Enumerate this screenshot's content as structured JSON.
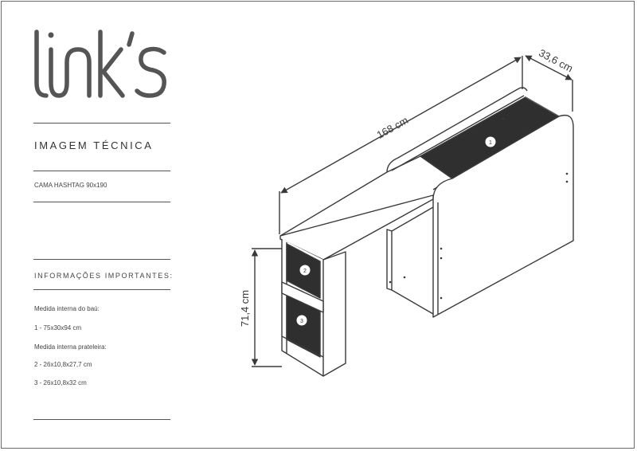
{
  "brand": {
    "logo_text": "link's"
  },
  "header": {
    "title": "IMAGEM TÉCNICA"
  },
  "product": {
    "name": "CAMA HASHTAG 90x190"
  },
  "info": {
    "heading": "INFORMAÇÕES IMPORTANTES:",
    "chest_label": "Medida interna do baú:",
    "chest_item": "1 - 75x30x94 cm",
    "shelf_label": "Medida interna prateleira:",
    "shelf_item_2": "2 - 26x10,8x27,7 cm",
    "shelf_item_3": "3 - 26x10,8x32 cm"
  },
  "dimensions": {
    "length": "168 cm",
    "depth": "33,6 cm",
    "height": "71,4 cm"
  },
  "markers": {
    "m1": "1",
    "m2": "2",
    "m3": "3"
  },
  "colors": {
    "line": "#3a3a3a",
    "interior": "#2f2f2f",
    "background": "#ffffff"
  }
}
